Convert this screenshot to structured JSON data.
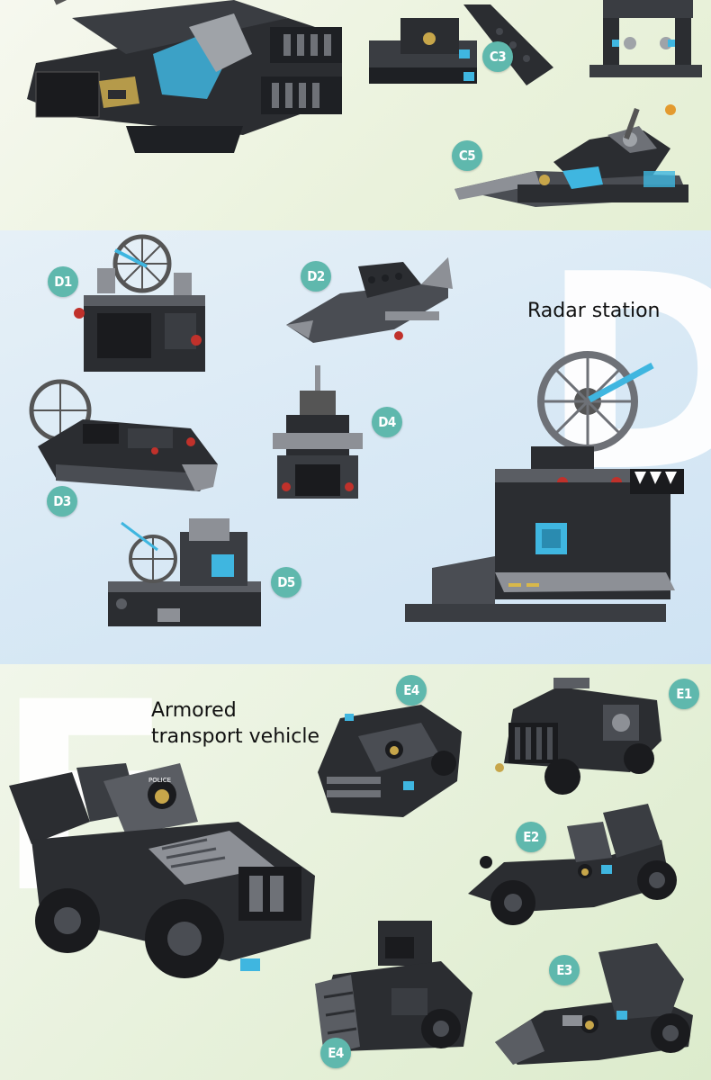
{
  "panels": {
    "c": {
      "badges": [
        "C3",
        "C5"
      ]
    },
    "d": {
      "letter": "D",
      "caption": "Radar station",
      "badges": [
        "D1",
        "D2",
        "D3",
        "D4",
        "D5"
      ]
    },
    "e": {
      "letter": "E",
      "caption_line1": "Armored",
      "caption_line2": "transport vehicle",
      "badges": [
        "E4",
        "E1",
        "E2",
        "E3",
        "E4"
      ],
      "emblem_text": "POLICE"
    }
  },
  "colors": {
    "badge": "#5fb8ad",
    "brick_dark": "#2b2d31",
    "brick_mid": "#4a4d53",
    "brick_light": "#8d9096",
    "accent_blue": "#3fb6e0",
    "accent_red": "#c0312b"
  }
}
